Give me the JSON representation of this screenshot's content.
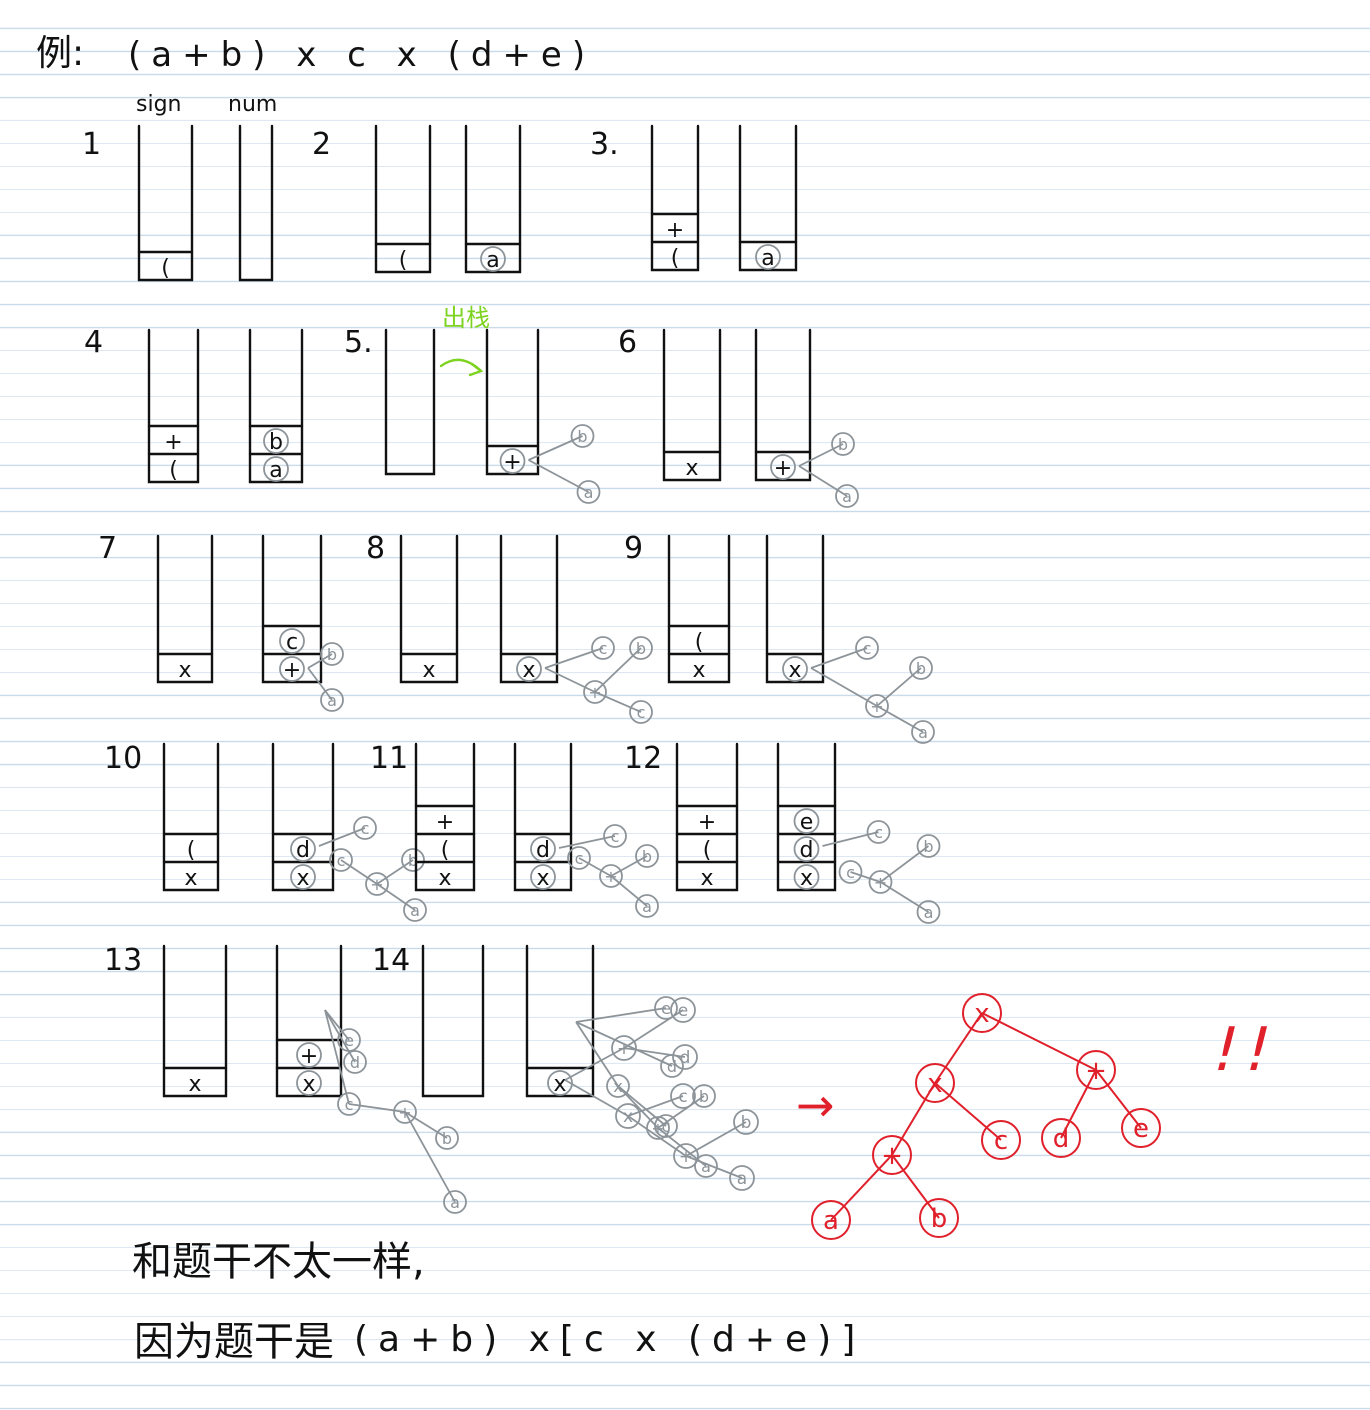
{
  "header": {
    "prefix": "例:",
    "expression": "(a+b) x c x (d+e)"
  },
  "stack_labels": {
    "sign": "sign",
    "num": "num"
  },
  "annotation": {
    "pop": "出栈"
  },
  "steps": [
    {
      "id": "1",
      "sign": [
        "("
      ],
      "num": []
    },
    {
      "id": "2",
      "sign": [
        "("
      ],
      "num": [
        "a"
      ]
    },
    {
      "id": "3.",
      "sign": [
        "(",
        "+"
      ],
      "num": [
        "a"
      ]
    },
    {
      "id": "4",
      "sign": [
        "(",
        "+"
      ],
      "num": [
        "a",
        "b"
      ]
    },
    {
      "id": "5.",
      "sign": [],
      "num": [
        "+"
      ]
    },
    {
      "id": "6",
      "sign": [
        "x"
      ],
      "num": [
        "+"
      ]
    },
    {
      "id": "7",
      "sign": [
        "x"
      ],
      "num": [
        "+",
        "c"
      ]
    },
    {
      "id": "8",
      "sign": [
        "x"
      ],
      "num": [
        "x"
      ]
    },
    {
      "id": "9",
      "sign": [
        "x",
        "("
      ],
      "num": [
        "x"
      ]
    },
    {
      "id": "10",
      "sign": [
        "x",
        "("
      ],
      "num": [
        "x",
        "d"
      ]
    },
    {
      "id": "11",
      "sign": [
        "x",
        "(",
        "+"
      ],
      "num": [
        "x",
        "d"
      ]
    },
    {
      "id": "12",
      "sign": [
        "x",
        "(",
        "+"
      ],
      "num": [
        "x",
        "d",
        "e"
      ]
    },
    {
      "id": "13",
      "sign": [
        "x"
      ],
      "num": [
        "x",
        "+"
      ]
    },
    {
      "id": "14",
      "sign": [],
      "num": [
        "x"
      ]
    }
  ],
  "result": {
    "arrow": "→",
    "exclaim": "!!",
    "tree": {
      "root": "x",
      "left": "x",
      "right": "+",
      "ll": "+",
      "lr": "c",
      "rl": "d",
      "rr": "e",
      "lll": "a",
      "llr": "b"
    }
  },
  "footer": {
    "line1": "和题干不太一样,",
    "line2_prefix": "因为题干是",
    "line2_expr": "(a+b) x[c x (d+e)]"
  },
  "colors": {
    "ink": "#111111",
    "grey": "#8d9499",
    "red": "#e0202b",
    "green": "#7ed321",
    "rule": "#c9dbea"
  }
}
